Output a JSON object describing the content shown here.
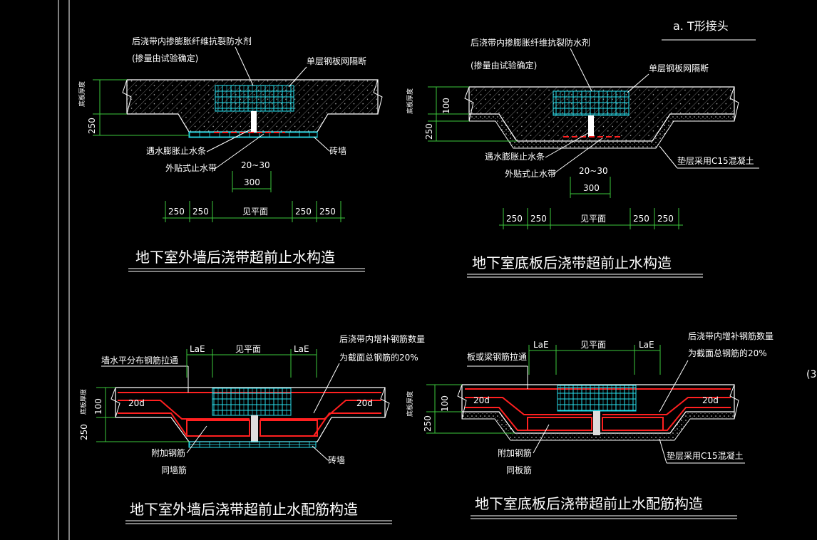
{
  "header_label": "a. T形接头",
  "edge_mark": "(3",
  "panels": {
    "wall_waterstop": {
      "title": "地下室外墙后浇带超前止水构造",
      "note_line1": "后浇带内掺膨胀纤维抗裂防水剂",
      "note_line2": "(掺量由试验确定)",
      "mesh": "单层钢板网隔断",
      "swell_strip": "遇水膨胀止水条",
      "ext_strip": "外贴式止水带",
      "brick": "砖墙",
      "thickness": "底板厚度",
      "dim_250": "250",
      "dim_20_30": "20~30",
      "dim_300": "300",
      "dims_bottom": [
        "250",
        "250",
        "见平面",
        "250",
        "250"
      ]
    },
    "slab_waterstop": {
      "title": "地下室底板后浇带超前止水构造",
      "note_line1": "后浇带内掺膨胀纤维抗裂防水剂",
      "note_line2": "(掺量由试验确定)",
      "mesh": "单层钢板网隔断",
      "swell_strip": "遇水膨胀止水条",
      "ext_strip": "外贴式止水带",
      "cushion": "垫层采用C15混凝土",
      "thickness": "底板厚度",
      "dim_100": "100",
      "dim_250": "250",
      "dim_20_30": "20~30",
      "dim_300": "300",
      "dims_bottom": [
        "250",
        "250",
        "见平面",
        "250",
        "250"
      ]
    },
    "wall_rebar": {
      "title": "地下室外墙后浇带超前止水配筋构造",
      "wall_bar": "墙水平分布钢筋拉通",
      "extra_line1": "后浇带内增补钢筋数量",
      "extra_line2": "为截面总钢筋的20%",
      "lae": "LaE",
      "see_plan": "见平面",
      "d20": "20d",
      "add_bar": "附加钢筋",
      "same_wall": "同墙筋",
      "brick": "砖墙",
      "thickness": "底板厚度",
      "dim_100": "100",
      "dim_250": "250"
    },
    "slab_rebar": {
      "title": "地下室底板后浇带超前止水配筋构造",
      "slab_bar": "板或梁钢筋拉通",
      "extra_line1": "后浇带内增补钢筋数量",
      "extra_line2": "为截面总钢筋的20%",
      "lae": "LaE",
      "see_plan": "见平面",
      "d20": "20d",
      "add_bar": "附加钢筋",
      "same_slab": "同板筋",
      "cushion": "垫层采用C15混凝土",
      "thickness": "底板厚度",
      "dim_100": "100",
      "dim_250": "250"
    }
  },
  "colors": {
    "background": "#000000",
    "outline": "#ffffff",
    "dimension": "#3cc83c",
    "mesh": "#28e0ee",
    "rebar": "#ff2020",
    "leader": "#ffffff"
  }
}
